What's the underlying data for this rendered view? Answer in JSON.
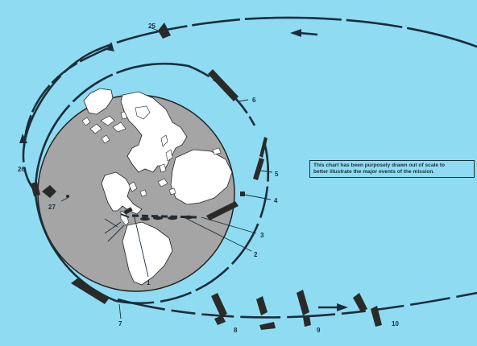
{
  "note": {
    "line1": "This chart has been purposely drawn out of scale to",
    "line2": "better illustrate the major events of the mission."
  },
  "event_labels": {
    "l1": "1",
    "l2": "2",
    "l3": "3",
    "l4": "4",
    "l5": "5",
    "l6": "6",
    "l7": "7",
    "l8": "8",
    "l9": "9",
    "l10": "10",
    "l25": "25",
    "l26": "26",
    "l27": "27"
  },
  "colors": {
    "background": "#8fdcf2",
    "ocean": "#a5a5a5",
    "land": "#ffffff",
    "path": "#1b2d3a",
    "spacecraft": "#2a2a2a"
  }
}
